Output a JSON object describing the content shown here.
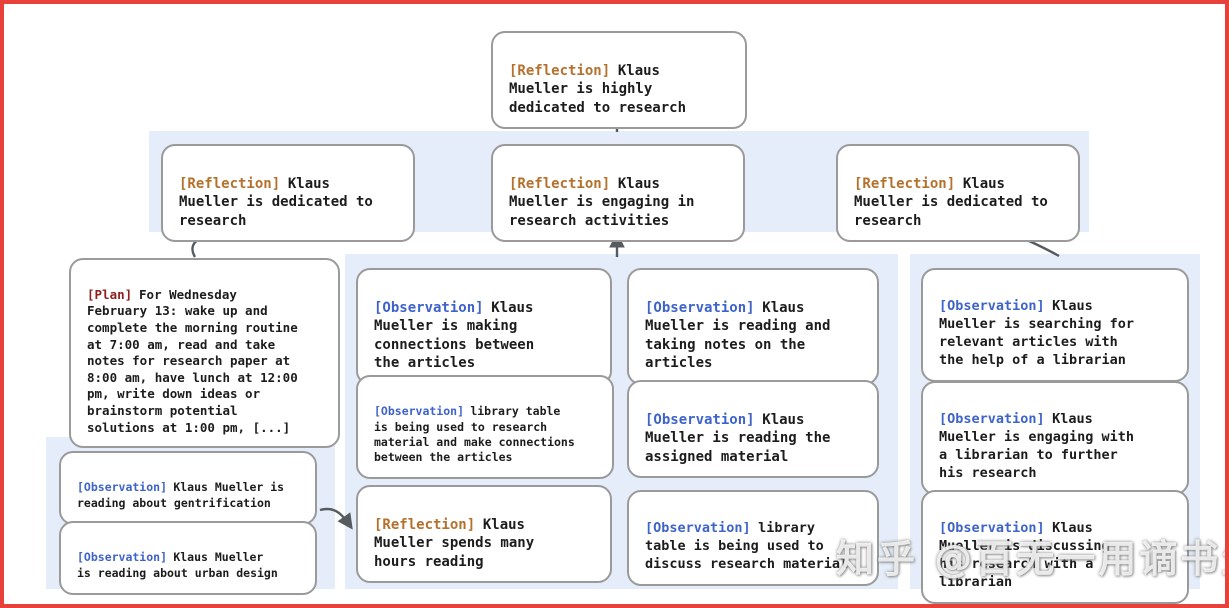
{
  "colors": {
    "frame_red": "#e8413c",
    "panel_blue": "#e4edf9",
    "box_border_gray": "#9a9a9a",
    "reflection_tag": "#b5712c",
    "observation_tag": "#3e63c9",
    "plan_tag": "#8e1f1f",
    "arrow_gray": "#565b60"
  },
  "root": {
    "tag": "[Reflection]",
    "text": "Klaus\nMueller is highly\ndedicated to research"
  },
  "reflections_row": [
    {
      "tag": "[Reflection]",
      "text": "Klaus\nMueller is dedicated to\nresearch"
    },
    {
      "tag": "[Reflection]",
      "text": "Klaus\nMueller is engaging in\nresearch activities"
    },
    {
      "tag": "[Reflection]",
      "text": "Klaus\nMueller is dedicated to\nresearch"
    }
  ],
  "plan": {
    "tag": "[Plan]",
    "text": "For Wednesday\nFebruary 13: wake up and\ncomplete the morning routine\nat 7:00 am, read and take\nnotes for research paper at\n8:00 am, have lunch at 12:00\npm, write down ideas or\nbrainstorm potential\nsolutions at 1:00 pm, [...]"
  },
  "left_panel": {
    "items": [
      {
        "tag": "[Observation]",
        "text": "Klaus Mueller is\nreading about gentrification"
      },
      {
        "tag": "[Observation]",
        "text": "Klaus Mueller\nis reading about urban design"
      }
    ]
  },
  "middle_panel": {
    "col1": [
      {
        "tag": "[Observation]",
        "text": "Klaus\nMueller is making\nconnections between\nthe articles"
      },
      {
        "tag": "[Observation]",
        "text": "library table\nis being used to research\nmaterial and make connections\nbetween the articles"
      },
      {
        "tag": "[Reflection]",
        "text": "Klaus\nMueller spends many\nhours reading"
      }
    ],
    "col2": [
      {
        "tag": "[Observation]",
        "text": "Klaus\nMueller is reading and\ntaking notes on the\narticles"
      },
      {
        "tag": "[Observation]",
        "text": "Klaus\nMueller is reading the\nassigned material"
      },
      {
        "tag": "[Observation]",
        "text": "library\ntable is being used to\ndiscuss research material"
      }
    ]
  },
  "right_panel": {
    "items": [
      {
        "tag": "[Observation]",
        "text": "Klaus\nMueller is searching for\nrelevant articles with\nthe help of a librarian"
      },
      {
        "tag": "[Observation]",
        "text": "Klaus\nMueller is engaging with\na librarian to further\nhis research"
      },
      {
        "tag": "[Observation]",
        "text": "Klaus\nMueller is discussing\nhis research with a\nlibrarian"
      }
    ]
  },
  "watermark": "知乎 @百无一用谪书生"
}
